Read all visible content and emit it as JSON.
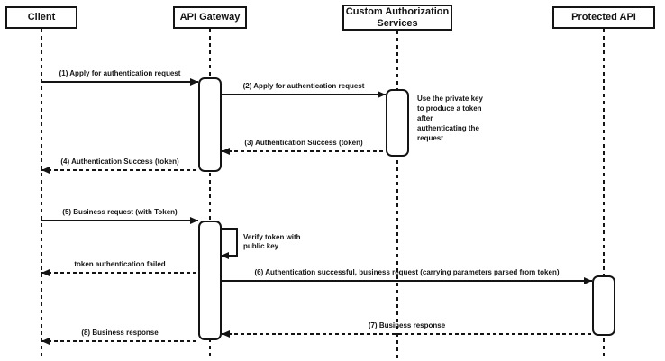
{
  "participants": [
    {
      "label": "Client"
    },
    {
      "label": "API Gateway"
    },
    {
      "label": "Custom Authorization Services"
    },
    {
      "label": "Protected API"
    }
  ],
  "messages": [
    {
      "label": "(1) Apply for authentication request",
      "from": "Client",
      "to": "API Gateway",
      "line": "solid"
    },
    {
      "label": "(2) Apply for authentication request",
      "from": "API Gateway",
      "to": "Custom Authorization Services",
      "line": "solid"
    },
    {
      "label": "(3) Authentication Success (token)",
      "from": "Custom Authorization Services",
      "to": "API Gateway",
      "line": "dashed"
    },
    {
      "label": "(4) Authentication Success (token)",
      "from": "API Gateway",
      "to": "Client",
      "line": "dashed"
    },
    {
      "label": "(5) Business request (with Token)",
      "from": "Client",
      "to": "API Gateway",
      "line": "solid"
    },
    {
      "label": "Verify token with public key",
      "from": "API Gateway",
      "to": "API Gateway",
      "line": "self"
    },
    {
      "label": "token authentication failed",
      "from": "API Gateway",
      "to": "Client",
      "line": "dashed"
    },
    {
      "label": "(6) Authentication successful, business request (carrying parameters parsed from token)",
      "from": "API Gateway",
      "to": "Protected API",
      "line": "solid"
    },
    {
      "label": "(7) Business response",
      "from": "Protected API",
      "to": "API Gateway",
      "line": "dashed"
    },
    {
      "label": "(8) Business response",
      "from": "API Gateway",
      "to": "Client",
      "line": "dashed"
    }
  ],
  "note": {
    "text": "Use the private key to produce a token after authenticating the request"
  },
  "colors": {
    "line": "#141414",
    "background": "#ffffff"
  }
}
